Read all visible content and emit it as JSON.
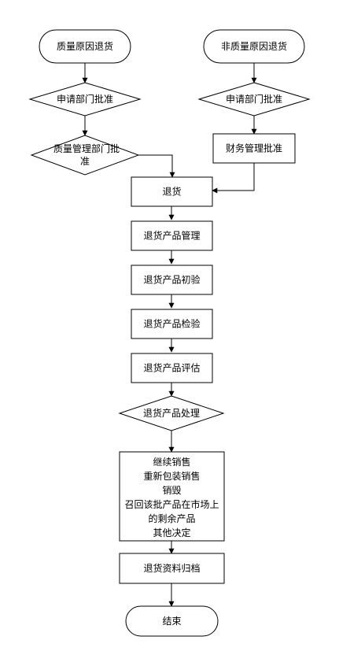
{
  "diagram": {
    "start_quality": "质量原因退货",
    "start_non_quality": "非质量原因退货",
    "dept_approval_left": "申请部门批准",
    "dept_approval_right": "申请部门批准",
    "qm_approval_line1": "质量管理部门批",
    "qm_approval_line2": "准",
    "finance_approval": "财务管理批准",
    "return": "退货",
    "product_management": "退货产品管理",
    "initial_inspection": "退货产品初验",
    "inspection": "退货产品检验",
    "evaluation": "退货产品评估",
    "disposal": "退货产品处理",
    "options": {
      "line1": "继续销售",
      "line2": "重新包装销售",
      "line3": "销毁",
      "line4": "召回该批产品在市场上",
      "line5": "的剩余产品",
      "line6": "其他决定"
    },
    "archive": "退货资料归档",
    "end": "结束"
  }
}
